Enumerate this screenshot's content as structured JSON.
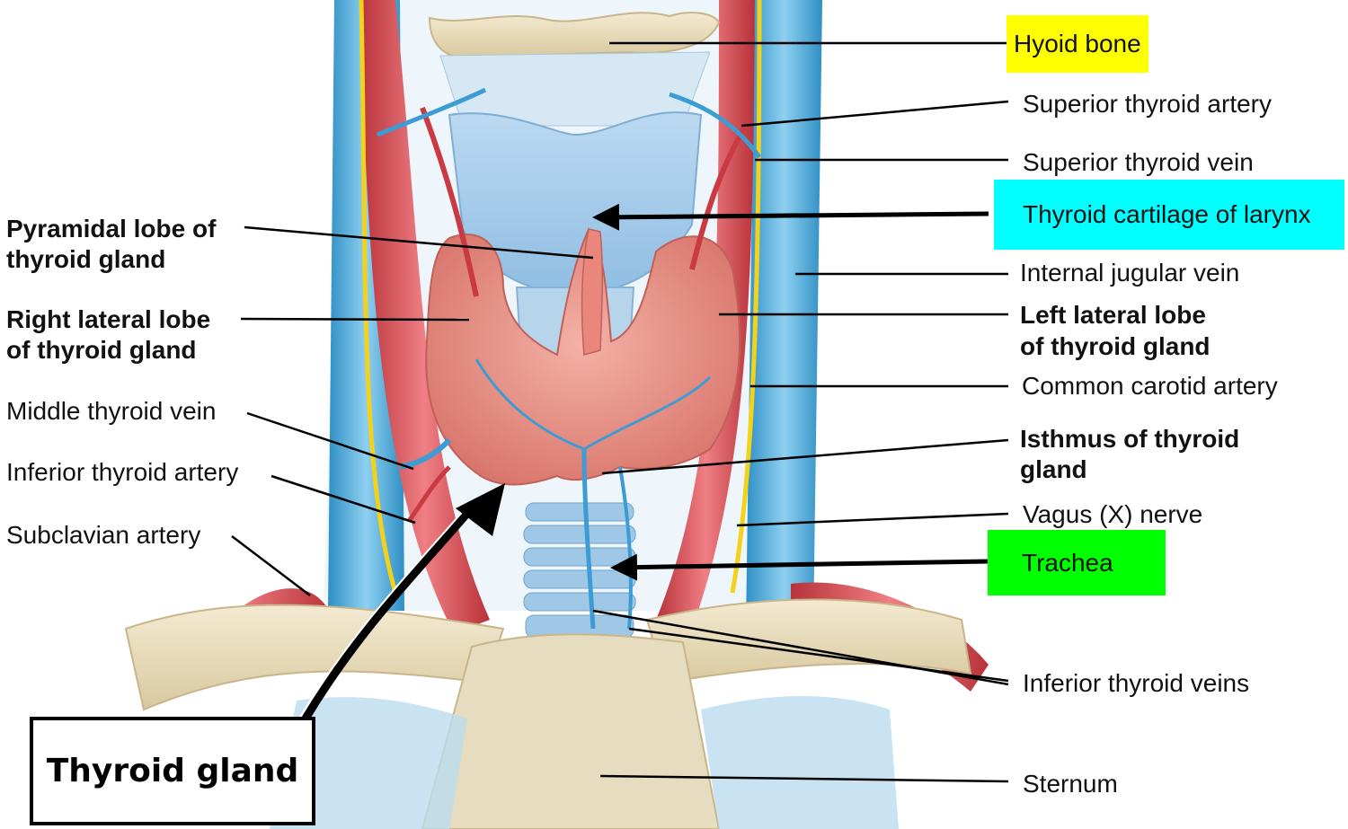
{
  "labels": {
    "hyoid_bone": "Hyoid bone",
    "superior_thyroid_artery": "Superior thyroid artery",
    "superior_thyroid_vein": "Superior thyroid vein",
    "thyroid_cartilage": "Thyroid cartilage of larynx",
    "internal_jugular_vein": "Internal jugular vein",
    "left_lateral_lobe_line1": "Left lateral lobe",
    "left_lateral_lobe_line2": "of thyroid gland",
    "common_carotid_artery": "Common carotid artery",
    "isthmus_line1": "Isthmus of thyroid",
    "isthmus_line2": "gland",
    "vagus_nerve": "Vagus (X) nerve",
    "trachea": "Trachea",
    "inferior_thyroid_veins": "Inferior thyroid veins",
    "sternum": "Sternum",
    "pyramidal_lobe_line1": "Pyramidal lobe of",
    "pyramidal_lobe_line2": "thyroid gland",
    "right_lateral_lobe_line1": "Right lateral lobe",
    "right_lateral_lobe_line2": "of thyroid gland",
    "middle_thyroid_vein": "Middle thyroid vein",
    "inferior_thyroid_artery": "Inferior thyroid artery",
    "subclavian_artery": "Subclavian artery",
    "thyroid_gland_callout": "Thyroid gland"
  },
  "highlight_colors": {
    "hyoid_bone": "#ffff00",
    "thyroid_cartilage": "#00ffff",
    "trachea": "#00ff00"
  },
  "palette": {
    "artery": "#d9474d",
    "vein": "#4aa8d8",
    "gland": "#e8938a",
    "cartilage": "#a9cdea",
    "bone": "#e8dcbf",
    "nerve": "#f2d21a"
  }
}
